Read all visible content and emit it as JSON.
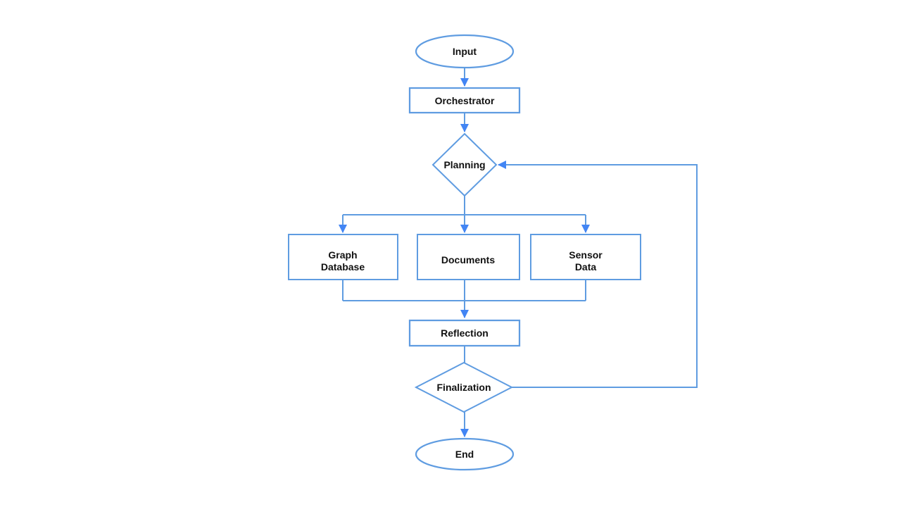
{
  "diagram": {
    "type": "flowchart",
    "colors": {
      "background": "#ffffff",
      "shape_fill": "#ffffff",
      "stroke": "#5f9ce1",
      "arrow": "#4285f4",
      "text": "#111111"
    },
    "nodes": {
      "input": {
        "label": "Input",
        "shape": "terminator-ellipse"
      },
      "orchestrator": {
        "label": "Orchestrator",
        "shape": "process-rect"
      },
      "planning": {
        "label": "Planning",
        "shape": "decision-diamond"
      },
      "graph_database": {
        "label": "Graph Database",
        "label_line1": "Graph",
        "label_line2": "Database",
        "shape": "process-rect"
      },
      "documents": {
        "label": "Documents",
        "shape": "process-rect"
      },
      "sensor_data": {
        "label": "Sensor Data",
        "label_line1": "Sensor",
        "label_line2": "Data",
        "shape": "process-rect"
      },
      "reflection": {
        "label": "Reflection",
        "shape": "process-rect"
      },
      "finalization": {
        "label": "Finalization",
        "shape": "decision-diamond"
      },
      "end": {
        "label": "End",
        "shape": "terminator-ellipse"
      }
    },
    "edges": [
      {
        "from": "input",
        "to": "orchestrator",
        "arrow": true,
        "label": ""
      },
      {
        "from": "orchestrator",
        "to": "planning",
        "arrow": true,
        "label": ""
      },
      {
        "from": "planning",
        "to": "graph_database",
        "arrow": true,
        "label": ""
      },
      {
        "from": "planning",
        "to": "documents",
        "arrow": true,
        "label": ""
      },
      {
        "from": "planning",
        "to": "sensor_data",
        "arrow": true,
        "label": ""
      },
      {
        "from": "graph_database",
        "to": "reflection",
        "arrow": true,
        "label": ""
      },
      {
        "from": "documents",
        "to": "reflection",
        "arrow": true,
        "label": ""
      },
      {
        "from": "sensor_data",
        "to": "reflection",
        "arrow": true,
        "label": ""
      },
      {
        "from": "reflection",
        "to": "finalization",
        "arrow": false,
        "label": ""
      },
      {
        "from": "finalization",
        "to": "end",
        "arrow": true,
        "label": ""
      },
      {
        "from": "finalization",
        "to": "planning",
        "arrow": true,
        "label": "",
        "route": "right-side-feedback-loop"
      }
    ]
  }
}
